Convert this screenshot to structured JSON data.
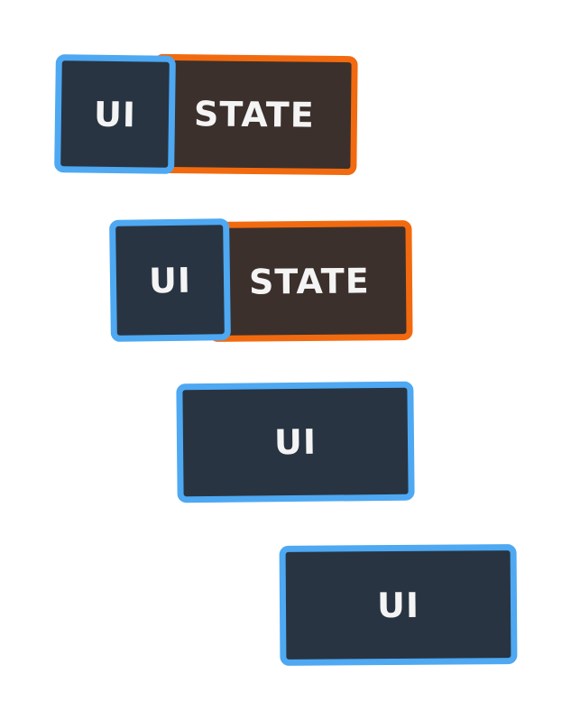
{
  "diagram": {
    "colors": {
      "ui_border": "#4ea8f2",
      "ui_fill": "#283442",
      "state_border": "#f26a0f",
      "state_fill": "#3b302c",
      "text": "#f4f4f4",
      "background": "#ffffff"
    },
    "rows": [
      {
        "ui_label": "UI",
        "state_label": "STATE"
      },
      {
        "ui_label": "UI",
        "state_label": "STATE"
      },
      {
        "ui_label": "UI"
      },
      {
        "ui_label": "UI"
      }
    ]
  }
}
